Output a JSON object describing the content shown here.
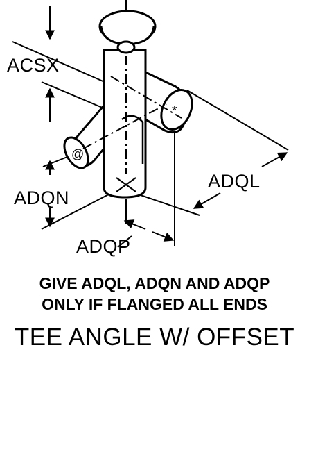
{
  "dimensions": {
    "acsx": "ACSX",
    "adql": "ADQL",
    "adqn": "ADQN",
    "adqp": "ADQP"
  },
  "notes": {
    "line1": "GIVE ADQL, ADQN AND ADQP",
    "line2": "ONLY IF FLANGED ALL ENDS"
  },
  "title": "TEE ANGLE W/ OFFSET"
}
